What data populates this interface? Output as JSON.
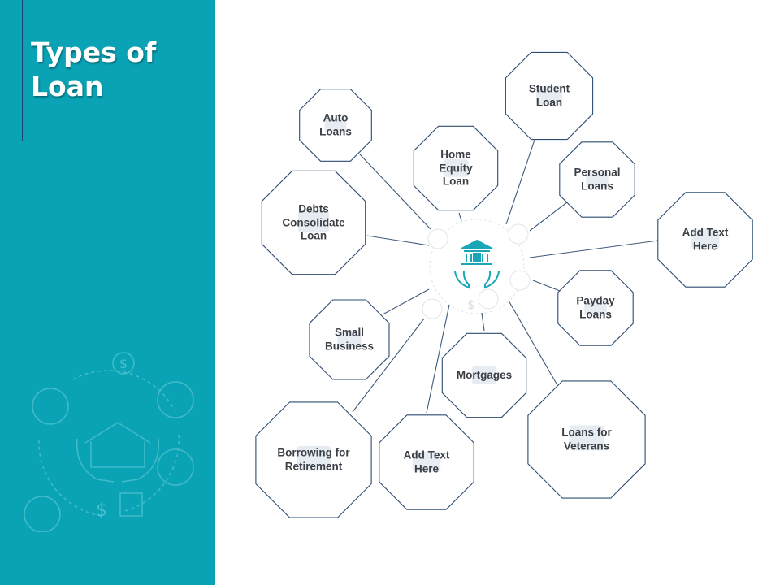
{
  "slide": {
    "title": "Types of Loan",
    "accent_color": "#0aa3b5",
    "border_color": "#1d3f7a"
  },
  "center_icon": {
    "name": "bank-in-hands-icon",
    "color": "#1aa6b7"
  },
  "nodes": [
    {
      "id": "student-loan",
      "label": "Student\nLoan",
      "icon": "graduation-cap-icon"
    },
    {
      "id": "auto-loans",
      "label": "Auto\nLoans",
      "icon": "car-icon"
    },
    {
      "id": "home-equity-loan",
      "label": "Home\nEquity\nLoan",
      "icon": "hand-holding-house-icon"
    },
    {
      "id": "personal-loans",
      "label": "Personal\nLoans",
      "icon": "person-icon"
    },
    {
      "id": "debts-consolidate-loan",
      "label": "Debts\nConsolidate\nLoan",
      "icon": "document-icon"
    },
    {
      "id": "add-text-here-right",
      "label": "Add Text\nHere",
      "icon": "calculator-icon"
    },
    {
      "id": "payday-loans",
      "label": "Payday\nLoans",
      "icon": "calendar-icon"
    },
    {
      "id": "small-business",
      "label": "Small\nBusiness",
      "icon": "storefront-icon"
    },
    {
      "id": "mortgages",
      "label": "Mortgages",
      "icon": "house-icon"
    },
    {
      "id": "borrowing-for-retirement",
      "label": "Borrowing for\nRetirement",
      "icon": "money-bag-icon"
    },
    {
      "id": "add-text-here-bottom",
      "label": "Add Text\nHere",
      "icon": "car-front-icon"
    },
    {
      "id": "loans-for-veterans",
      "label": "Loans for\nVeterans",
      "icon": "shield-icon"
    }
  ]
}
